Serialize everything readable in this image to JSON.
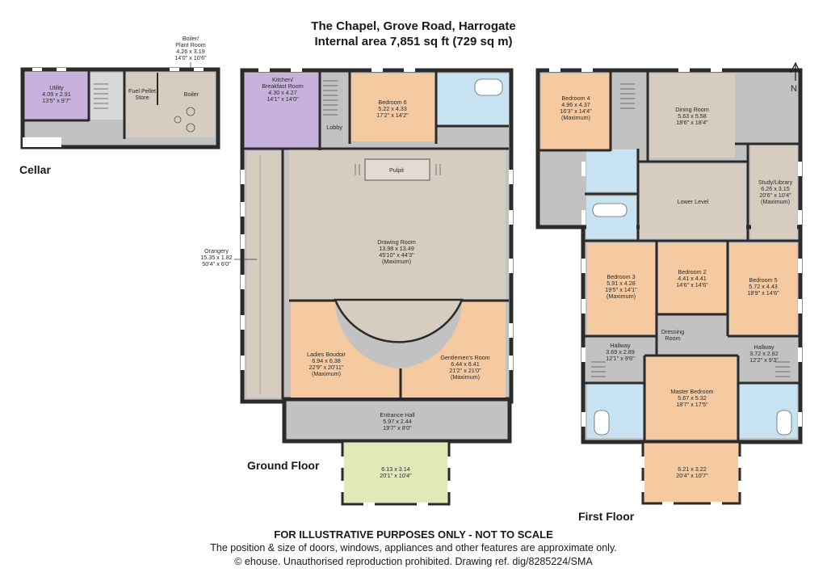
{
  "header": {
    "address": "The Chapel, Grove Road, Harrogate",
    "area": "Internal area 7,851 sq ft (729 sq m)"
  },
  "floors": {
    "cellar": "Cellar",
    "ground": "Ground Floor",
    "first": "First Floor"
  },
  "compass": {
    "label": "N"
  },
  "rooms": {
    "utility": {
      "name": "Utility",
      "metric": "4.09 x 2.91",
      "imperial": "13'5\" x 9'7\""
    },
    "fuel_pellet": {
      "name": "Fuel Pellet",
      "name2": "Store"
    },
    "boiler": {
      "name": "Boiler"
    },
    "boiler_plant": {
      "name": "Boiler/",
      "name2": "Plant Room",
      "metric": "4.26 x 3.19",
      "imperial": "14'0\" x 10'6\""
    },
    "kitchen": {
      "name": "Kitchen/",
      "name2": "Breakfast Room",
      "metric": "4.30 x 4.27",
      "imperial": "14'1\" x 14'0\""
    },
    "lobby": {
      "name": "Lobby"
    },
    "bedroom6": {
      "name": "Bedroom 6",
      "metric": "5.22 x 4.33",
      "imperial": "17'2\" x 14'2\""
    },
    "pulpit": {
      "name": "Pulpit"
    },
    "drawing_room": {
      "name": "Drawing Room",
      "metric": "13.98 x 13.49",
      "imperial": "45'10\" x 44'3\"",
      "note": "(Maximum)"
    },
    "orangery": {
      "name": "Orangery",
      "metric": "15.35 x 1.82",
      "imperial": "50'4\" x 6'0\""
    },
    "ladies_boudoir": {
      "name": "Ladies Boudoir",
      "metric": "6.94 x 6.38",
      "imperial": "22'9\" x 20'11\"",
      "note": "(Maximum)"
    },
    "gentlemens_room": {
      "name": "Gentlemen's Room",
      "metric": "6.44 x 6.41",
      "imperial": "21'2\" x 21'0\"",
      "note": "(Maximum)"
    },
    "entrance_hall": {
      "name": "Entrance Hall",
      "metric": "5.97 x 2.44",
      "imperial": "19'7\" x 8'0\""
    },
    "porch": {
      "metric": "6.13 x 3.14",
      "imperial": "20'1\" x 10'4\""
    },
    "bedroom4": {
      "name": "Bedroom 4",
      "metric": "4.96 x 4.37",
      "imperial": "16'3\" x 14'4\"",
      "note": "(Maximum)"
    },
    "dining_room": {
      "name": "Dining Room",
      "metric": "5.63 x 5.58",
      "imperial": "18'6\" x 18'4\""
    },
    "lower_level": {
      "name": "Lower Level"
    },
    "study_library": {
      "name": "Study/Library",
      "metric": "6.26 x 3.15",
      "imperial": "20'6\" x 10'4\"",
      "note": "(Maximum)"
    },
    "bedroom3": {
      "name": "Bedroom 3",
      "metric": "5.91 x 4.28",
      "imperial": "19'5\" x 14'1\"",
      "note": "(Maximum)"
    },
    "bedroom2": {
      "name": "Bedroom 2",
      "metric": "4.41 x 4.41",
      "imperial": "14'6\" x 14'6\""
    },
    "bedroom5": {
      "name": "Bedroom 5",
      "metric": "5.72 x 4.43",
      "imperial": "18'9\" x 14'6\""
    },
    "dressing_room": {
      "name": "Dressing",
      "name2": "Room"
    },
    "hallway_left": {
      "name": "Hallway",
      "metric": "3.69 x 2.89",
      "imperial": "12'1\" x 9'6\""
    },
    "hallway_right": {
      "name": "Hallway",
      "metric": "3.72 x 2.82",
      "imperial": "12'2\" x 9'3\""
    },
    "master_bedroom": {
      "name": "Master Bedroom",
      "metric": "5.67 x 5.32",
      "imperial": "18'7\" x 17'5\""
    },
    "balcony": {
      "metric": "6.21 x 3.22",
      "imperial": "20'4\" x 10'7\""
    }
  },
  "footer": {
    "disclaimer": "FOR ILLUSTRATIVE PURPOSES ONLY - NOT TO SCALE",
    "note": "The position & size of doors, windows, appliances and other features are approximate only.",
    "copyright": "© ehouse. Unauthorised reproduction prohibited. Drawing ref. dig/8285224/SMA"
  },
  "colors": {
    "wall": "#2b2b2b",
    "purple": "#c9b1dd",
    "orange": "#f6caa0",
    "beige": "#d6ccc0",
    "grey": "#c2c2c2",
    "blue": "#c7e3f2",
    "green": "#dfeab8"
  }
}
